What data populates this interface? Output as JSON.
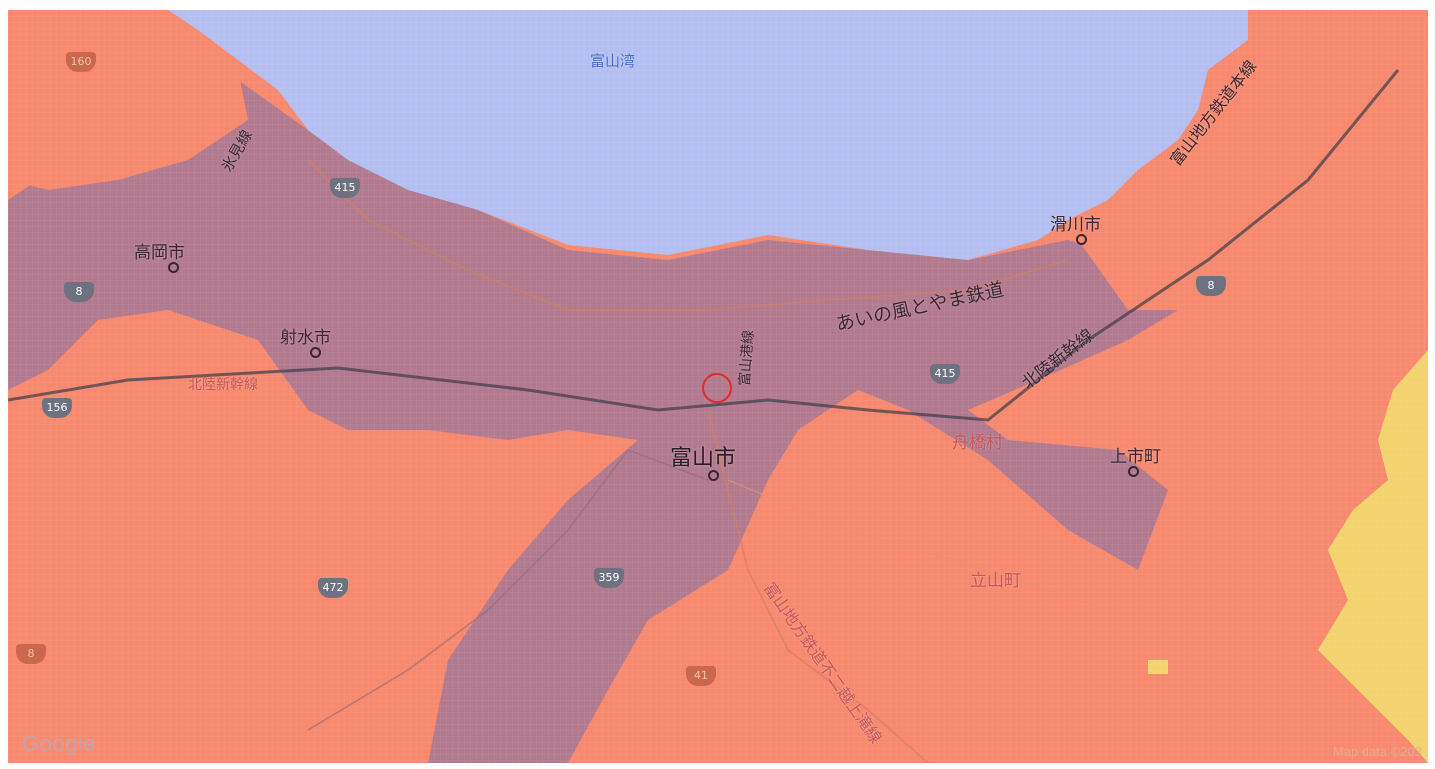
{
  "map": {
    "bay_label": "富山湾",
    "cities": {
      "toyama": "富山市",
      "takaoka": "高岡市",
      "imizu": "射水市",
      "namerikawa": "滑川市",
      "funahashi": "舟橋村",
      "kamiichi": "上市町",
      "tateyama": "立山町"
    },
    "lines": {
      "himi": "氷見線",
      "ainokaze": "あいの風とやま鉄道",
      "hokuriku_shinkansen_east": "北陸新幹線",
      "hokuriku_shinkansen_west": "北陸新幹線",
      "toyamako": "富山港線",
      "chiho_honsen": "富山地方鉄道本線",
      "chiho_fujikoshi": "富山地方鉄道不二越上滝線"
    },
    "routes": [
      "160",
      "415",
      "8",
      "156",
      "415",
      "8",
      "472",
      "359",
      "41",
      "8"
    ],
    "colors": {
      "sea": "#b4bef0",
      "low_risk": "#b27a8e",
      "high_risk": "#f6896e",
      "extreme_risk": "#f3d36d",
      "marker": "#e32a2a"
    },
    "attribution": {
      "logo": "Google",
      "credit": "Map data ©202"
    }
  }
}
